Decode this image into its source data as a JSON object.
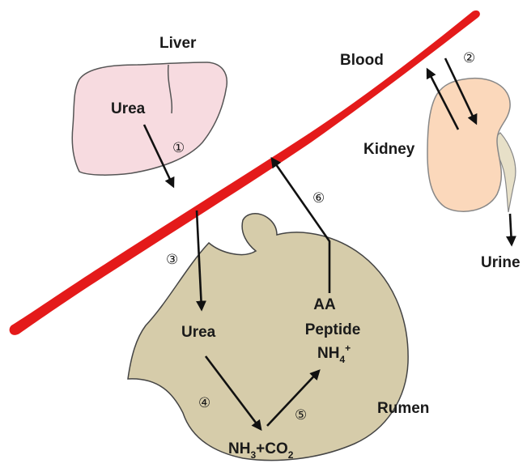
{
  "organs": {
    "liver": "Liver",
    "blood": "Blood",
    "kidney": "Kidney",
    "urine": "Urine",
    "rumen": "Rumen"
  },
  "compounds": {
    "liver_urea": "Urea",
    "rumen_urea": "Urea",
    "aa": "AA",
    "peptide": "Peptide",
    "nh4": "NH",
    "nh4_sub": "4",
    "nh4_sup": "+",
    "nh3": "NH",
    "nh3_sub": "3",
    "plus_co": "+CO",
    "co2_sub": "2"
  },
  "steps": [
    "①",
    "②",
    "③",
    "④",
    "⑤",
    "⑥"
  ],
  "colors": {
    "blood_vessel": "#e41a1a",
    "liver": "#f7dbe0",
    "kidney": "#fbd8bb",
    "ureter": "#e7e0c8",
    "rumen": "#d6ccaa"
  }
}
